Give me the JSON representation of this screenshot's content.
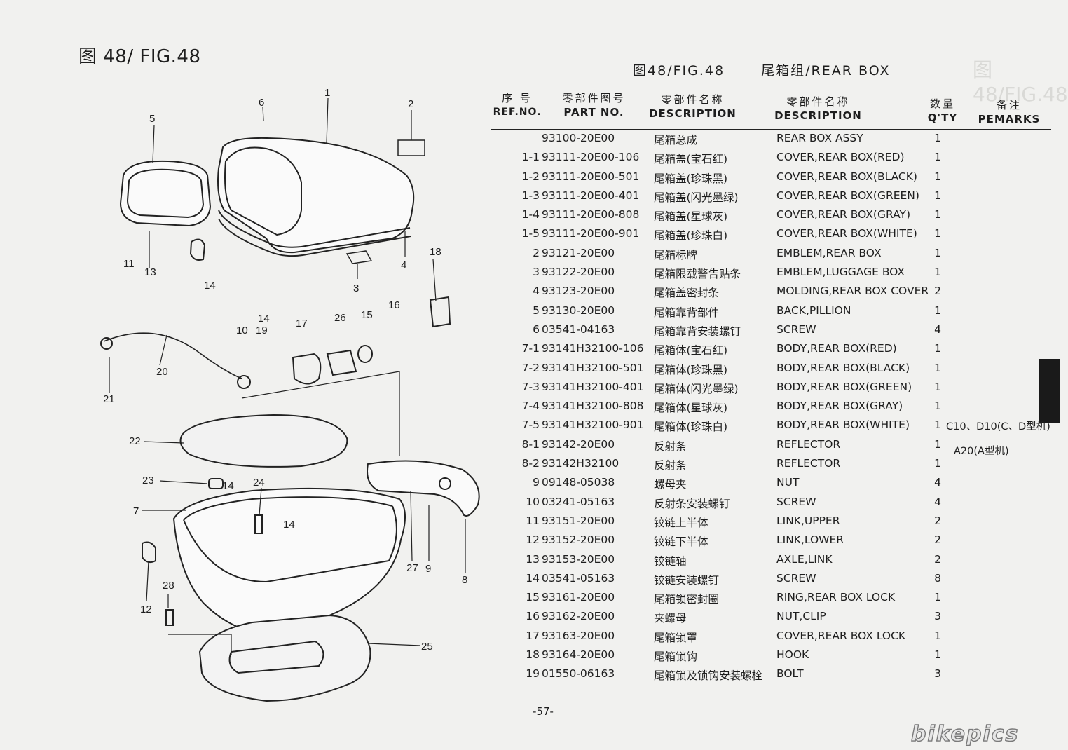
{
  "page": {
    "fig_title": "图 48/ FIG.48",
    "ghost_title": "图 48/FIG.48",
    "page_number": "-57-",
    "watermark": "bikepics"
  },
  "table": {
    "title_fig": "图48/FIG.48",
    "title_name": "尾箱组/REAR BOX",
    "headers": {
      "ref_zh": "序 号",
      "ref_en": "REF.NO.",
      "part_zh": "零部件图号",
      "part_en": "PART NO.",
      "desc_zh": "零部件名称",
      "desc_en": "DESCRIPTION",
      "desc2_zh": "零部件名称",
      "desc2_en": "DESCRIPTION",
      "qty_zh": "数量",
      "qty_en": "Q'TY",
      "rem_zh": "备注",
      "rem_en": "PEMARKS"
    },
    "rows": [
      {
        "ref": "",
        "part": "93100-20E00",
        "zh": "尾箱总成",
        "en": "REAR BOX ASSY",
        "qty": "1",
        "rem": ""
      },
      {
        "ref": "1-1",
        "part": "93111-20E00-106",
        "zh": "尾箱盖(宝石红)",
        "en": "COVER,REAR BOX(RED)",
        "qty": "1",
        "rem": ""
      },
      {
        "ref": "1-2",
        "part": "93111-20E00-501",
        "zh": "尾箱盖(珍珠黑)",
        "en": "COVER,REAR BOX(BLACK)",
        "qty": "1",
        "rem": ""
      },
      {
        "ref": "1-3",
        "part": "93111-20E00-401",
        "zh": "尾箱盖(闪光墨绿)",
        "en": "COVER,REAR BOX(GREEN)",
        "qty": "1",
        "rem": ""
      },
      {
        "ref": "1-4",
        "part": "93111-20E00-808",
        "zh": "尾箱盖(星球灰)",
        "en": "COVER,REAR BOX(GRAY)",
        "qty": "1",
        "rem": ""
      },
      {
        "ref": "1-5",
        "part": "93111-20E00-901",
        "zh": "尾箱盖(珍珠白)",
        "en": "COVER,REAR BOX(WHITE)",
        "qty": "1",
        "rem": ""
      },
      {
        "ref": "2",
        "part": "93121-20E00",
        "zh": "尾箱标牌",
        "en": "EMBLEM,REAR BOX",
        "qty": "1",
        "rem": ""
      },
      {
        "ref": "3",
        "part": "93122-20E00",
        "zh": "尾箱限载警告贴条",
        "en": "EMBLEM,LUGGAGE BOX",
        "qty": "1",
        "rem": ""
      },
      {
        "ref": "4",
        "part": "93123-20E00",
        "zh": "尾箱盖密封条",
        "en": "MOLDING,REAR BOX COVER",
        "qty": "2",
        "rem": ""
      },
      {
        "ref": "5",
        "part": "93130-20E00",
        "zh": "尾箱靠背部件",
        "en": "BACK,PILLION",
        "qty": "1",
        "rem": ""
      },
      {
        "ref": "6",
        "part": "03541-04163",
        "zh": "尾箱靠背安装螺钉",
        "en": "SCREW",
        "qty": "4",
        "rem": ""
      },
      {
        "ref": "7-1",
        "part": "93141H32100-106",
        "zh": "尾箱体(宝石红)",
        "en": "BODY,REAR BOX(RED)",
        "qty": "1",
        "rem": ""
      },
      {
        "ref": "7-2",
        "part": "93141H32100-501",
        "zh": "尾箱体(珍珠黑)",
        "en": "BODY,REAR BOX(BLACK)",
        "qty": "1",
        "rem": ""
      },
      {
        "ref": "7-3",
        "part": "93141H32100-401",
        "zh": "尾箱体(闪光墨绿)",
        "en": "BODY,REAR BOX(GREEN)",
        "qty": "1",
        "rem": ""
      },
      {
        "ref": "7-4",
        "part": "93141H32100-808",
        "zh": "尾箱体(星球灰)",
        "en": "BODY,REAR BOX(GRAY)",
        "qty": "1",
        "rem": ""
      },
      {
        "ref": "7-5",
        "part": "93141H32100-901",
        "zh": "尾箱体(珍珠白)",
        "en": "BODY,REAR BOX(WHITE)",
        "qty": "1",
        "rem": "C10、D10(C、D型机)"
      },
      {
        "ref": "8-1",
        "part": "93142-20E00",
        "zh": "反射条",
        "en": "REFLECTOR",
        "qty": "1",
        "rem": ""
      },
      {
        "ref": "8-2",
        "part": "93142H32100",
        "zh": "反射条",
        "en": "REFLECTOR",
        "qty": "1",
        "rem": ""
      },
      {
        "ref": "9",
        "part": "09148-05038",
        "zh": "螺母夹",
        "en": "NUT",
        "qty": "4",
        "rem": ""
      },
      {
        "ref": "10",
        "part": "03241-05163",
        "zh": "反射条安装螺钉",
        "en": "SCREW",
        "qty": "4",
        "rem": ""
      },
      {
        "ref": "11",
        "part": "93151-20E00",
        "zh": "铰链上半体",
        "en": "LINK,UPPER",
        "qty": "2",
        "rem": ""
      },
      {
        "ref": "12",
        "part": "93152-20E00",
        "zh": "铰链下半体",
        "en": "LINK,LOWER",
        "qty": "2",
        "rem": ""
      },
      {
        "ref": "13",
        "part": "93153-20E00",
        "zh": "铰链轴",
        "en": "AXLE,LINK",
        "qty": "2",
        "rem": ""
      },
      {
        "ref": "14",
        "part": "03541-05163",
        "zh": "铰链安装螺钉",
        "en": "SCREW",
        "qty": "8",
        "rem": ""
      },
      {
        "ref": "15",
        "part": "93161-20E00",
        "zh": "尾箱锁密封圈",
        "en": "RING,REAR BOX LOCK",
        "qty": "1",
        "rem": ""
      },
      {
        "ref": "16",
        "part": "93162-20E00",
        "zh": "夹螺母",
        "en": "NUT,CLIP",
        "qty": "3",
        "rem": ""
      },
      {
        "ref": "17",
        "part": "93163-20E00",
        "zh": "尾箱锁罩",
        "en": "COVER,REAR BOX LOCK",
        "qty": "1",
        "rem": ""
      },
      {
        "ref": "18",
        "part": "93164-20E00",
        "zh": "尾箱锁钩",
        "en": "HOOK",
        "qty": "1",
        "rem": ""
      },
      {
        "ref": "19",
        "part": "01550-06163",
        "zh": "尾箱锁及锁钩安装螺栓",
        "en": "BOLT",
        "qty": "3",
        "rem": ""
      }
    ],
    "extra_remark": "A20(A型机)"
  },
  "callouts": [
    "1",
    "2",
    "3",
    "4",
    "5",
    "6",
    "7",
    "8",
    "9",
    "10",
    "11",
    "12",
    "13",
    "14",
    "14",
    "14",
    "14",
    "15",
    "16",
    "17",
    "18",
    "19",
    "20",
    "21",
    "22",
    "23",
    "24",
    "25",
    "26",
    "27",
    "28"
  ]
}
